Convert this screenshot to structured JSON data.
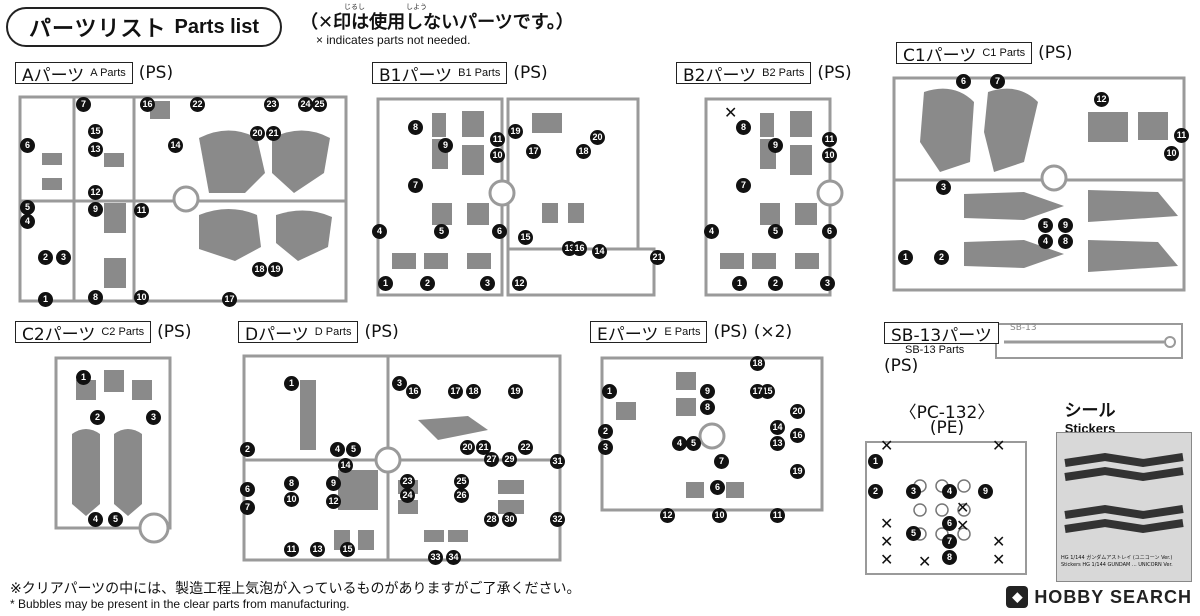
{
  "header": {
    "title_jp": "パーツリスト",
    "title_en": "Parts list",
    "note_jp": "（✕印は使用しないパーツです。）",
    "note_ruby_1": "じるし",
    "note_ruby_2": "しよう",
    "note_en": "× indicates parts not needed."
  },
  "sections": [
    {
      "id": "A",
      "label_jp": "Aパーツ",
      "label_en": "A Parts",
      "material": "(PS)",
      "extra": ""
    },
    {
      "id": "B1",
      "label_jp": "B1パーツ",
      "label_en": "B1 Parts",
      "material": "(PS)",
      "extra": ""
    },
    {
      "id": "B2",
      "label_jp": "B2パーツ",
      "label_en": "B2 Parts",
      "material": "(PS)",
      "extra": ""
    },
    {
      "id": "C1",
      "label_jp": "C1パーツ",
      "label_en": "C1 Parts",
      "material": "(PS)",
      "extra": ""
    },
    {
      "id": "C2",
      "label_jp": "C2パーツ",
      "label_en": "C2 Parts",
      "material": "(PS)",
      "extra": ""
    },
    {
      "id": "D",
      "label_jp": "Dパーツ",
      "label_en": "D Parts",
      "material": "(PS)",
      "extra": ""
    },
    {
      "id": "E",
      "label_jp": "Eパーツ",
      "label_en": "E Parts",
      "material": "(PS)",
      "extra": "(×2)"
    }
  ],
  "sb13": {
    "label_jp": "SB-13パーツ",
    "label_en": "SB-13 Parts",
    "material": "(PS)",
    "runner_text": "SB-13"
  },
  "pc132": {
    "label": "〈PC-132〉",
    "material": "(PE)"
  },
  "stickers": {
    "label_jp": "シール",
    "label_en": "Stickers",
    "caption_1": "HG 1/144 ガンダムアストレイ (ユニコーン Ver.)",
    "caption_2": "Stickers HG 1/144 GUNDAM ... UNICORN Ver."
  },
  "footer": {
    "note_jp": "※クリアパーツの中には、製造工程上気泡が入っているものがありますがご了承ください。",
    "note_en": "* Bubbles may be present in the clear parts from manufacturing."
  },
  "watermark": {
    "text": "HOBBY SEARCH"
  },
  "part_numbers": {
    "A": [
      "1",
      "2",
      "3",
      "4",
      "5",
      "6",
      "7",
      "8",
      "9",
      "10",
      "11",
      "12",
      "13",
      "14",
      "15",
      "16",
      "17",
      "18",
      "19",
      "20",
      "21",
      "22",
      "23",
      "24",
      "25"
    ],
    "B1": [
      "1",
      "2",
      "3",
      "4",
      "5",
      "6",
      "7",
      "8",
      "9",
      "10",
      "11",
      "12",
      "13",
      "14",
      "15",
      "16",
      "17",
      "18",
      "19",
      "20",
      "21"
    ],
    "B2": [
      "1",
      "2",
      "3",
      "4",
      "5",
      "6",
      "7",
      "8",
      "9",
      "10",
      "11"
    ],
    "C1": [
      "1",
      "2",
      "3",
      "4",
      "5",
      "6",
      "7",
      "8",
      "9",
      "10",
      "11",
      "12"
    ],
    "C2": [
      "1",
      "2",
      "3",
      "4",
      "5"
    ],
    "D": [
      "1",
      "2",
      "3",
      "4",
      "5",
      "6",
      "7",
      "8",
      "9",
      "10",
      "11",
      "12",
      "13",
      "14",
      "15",
      "16",
      "17",
      "18",
      "19",
      "20",
      "21",
      "22",
      "23",
      "24",
      "25",
      "26",
      "27",
      "28",
      "29",
      "30",
      "31",
      "32",
      "33",
      "34"
    ],
    "E": [
      "1",
      "2",
      "3",
      "4",
      "5",
      "6",
      "7",
      "8",
      "9",
      "10",
      "11",
      "12",
      "13",
      "14",
      "15",
      "16",
      "17",
      "18",
      "19",
      "20"
    ],
    "PC": [
      "1",
      "2",
      "3",
      "4",
      "5",
      "6",
      "7",
      "8",
      "9"
    ]
  },
  "colors": {
    "ink": "#111111",
    "runner": "#9a9a9a",
    "part_fill": "#8a8a8a",
    "sticker_bg": "#d8d8d8"
  }
}
